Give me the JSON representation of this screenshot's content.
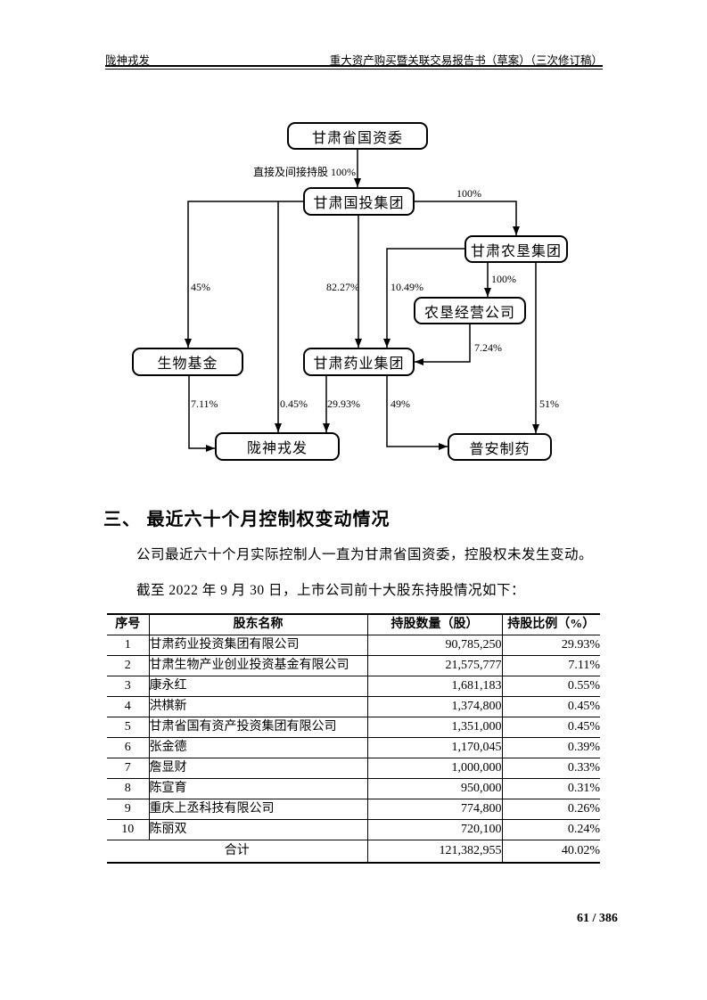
{
  "page_header": {
    "left_title": "陇神戎发",
    "right_title": "重大资产购买暨关联交易报告书（草案）（三次修订稿）"
  },
  "diagram": {
    "nodes": {
      "gov": "甘肃省国资委",
      "guotou": "甘肃国投集团",
      "nongken": "甘肃农垦集团",
      "nkjy": "农垦经营公司",
      "fund": "生物基金",
      "pharma": "甘肃药业集团",
      "company": "陇神戎发",
      "puan": "普安制药"
    },
    "edge_labels": {
      "direct": "直接及间接持股 100%",
      "p100_top": "100%",
      "p45": "45%",
      "p8227": "82.27%",
      "p1049": "10.49%",
      "p100_mid": "100%",
      "p724": "7.24%",
      "p711": "7.11%",
      "p045": "0.45%",
      "p2993": "29.93%",
      "p49": "49%",
      "p51": "51%"
    }
  },
  "section": {
    "heading": "三、 最近六十个月控制权变动情况",
    "paragraph1": "公司最近六十个月实际控制人一直为甘肃省国资委，控股权未发生变动。",
    "paragraph2": "截至 2022 年 9 月 30 日，上市公司前十大股东持股情况如下："
  },
  "shareholder_table": {
    "headers": [
      "序号",
      "股东名称",
      "持股数量（股）",
      "持股比例（%）"
    ],
    "rows": [
      {
        "no": "1",
        "name": "甘肃药业投资集团有限公司",
        "shares": "90,785,250",
        "ratio": "29.93%"
      },
      {
        "no": "2",
        "name": "甘肃生物产业创业投资基金有限公司",
        "shares": "21,575,777",
        "ratio": "7.11%"
      },
      {
        "no": "3",
        "name": "康永红",
        "shares": "1,681,183",
        "ratio": "0.55%"
      },
      {
        "no": "4",
        "name": "洪棋新",
        "shares": "1,374,800",
        "ratio": "0.45%"
      },
      {
        "no": "5",
        "name": "甘肃省国有资产投资集团有限公司",
        "shares": "1,351,000",
        "ratio": "0.45%"
      },
      {
        "no": "6",
        "name": "张金德",
        "shares": "1,170,045",
        "ratio": "0.39%"
      },
      {
        "no": "7",
        "name": "詹显财",
        "shares": "1,000,000",
        "ratio": "0.33%"
      },
      {
        "no": "8",
        "name": "陈宣育",
        "shares": "950,000",
        "ratio": "0.31%"
      },
      {
        "no": "9",
        "name": "重庆上丞科技有限公司",
        "shares": "774,800",
        "ratio": "0.26%"
      },
      {
        "no": "10",
        "name": "陈丽双",
        "shares": "720,100",
        "ratio": "0.24%"
      }
    ],
    "total": {
      "label": "合计",
      "shares": "121,382,955",
      "ratio": "40.02%"
    }
  },
  "page_footer": {
    "page_number": "61 / 386"
  }
}
